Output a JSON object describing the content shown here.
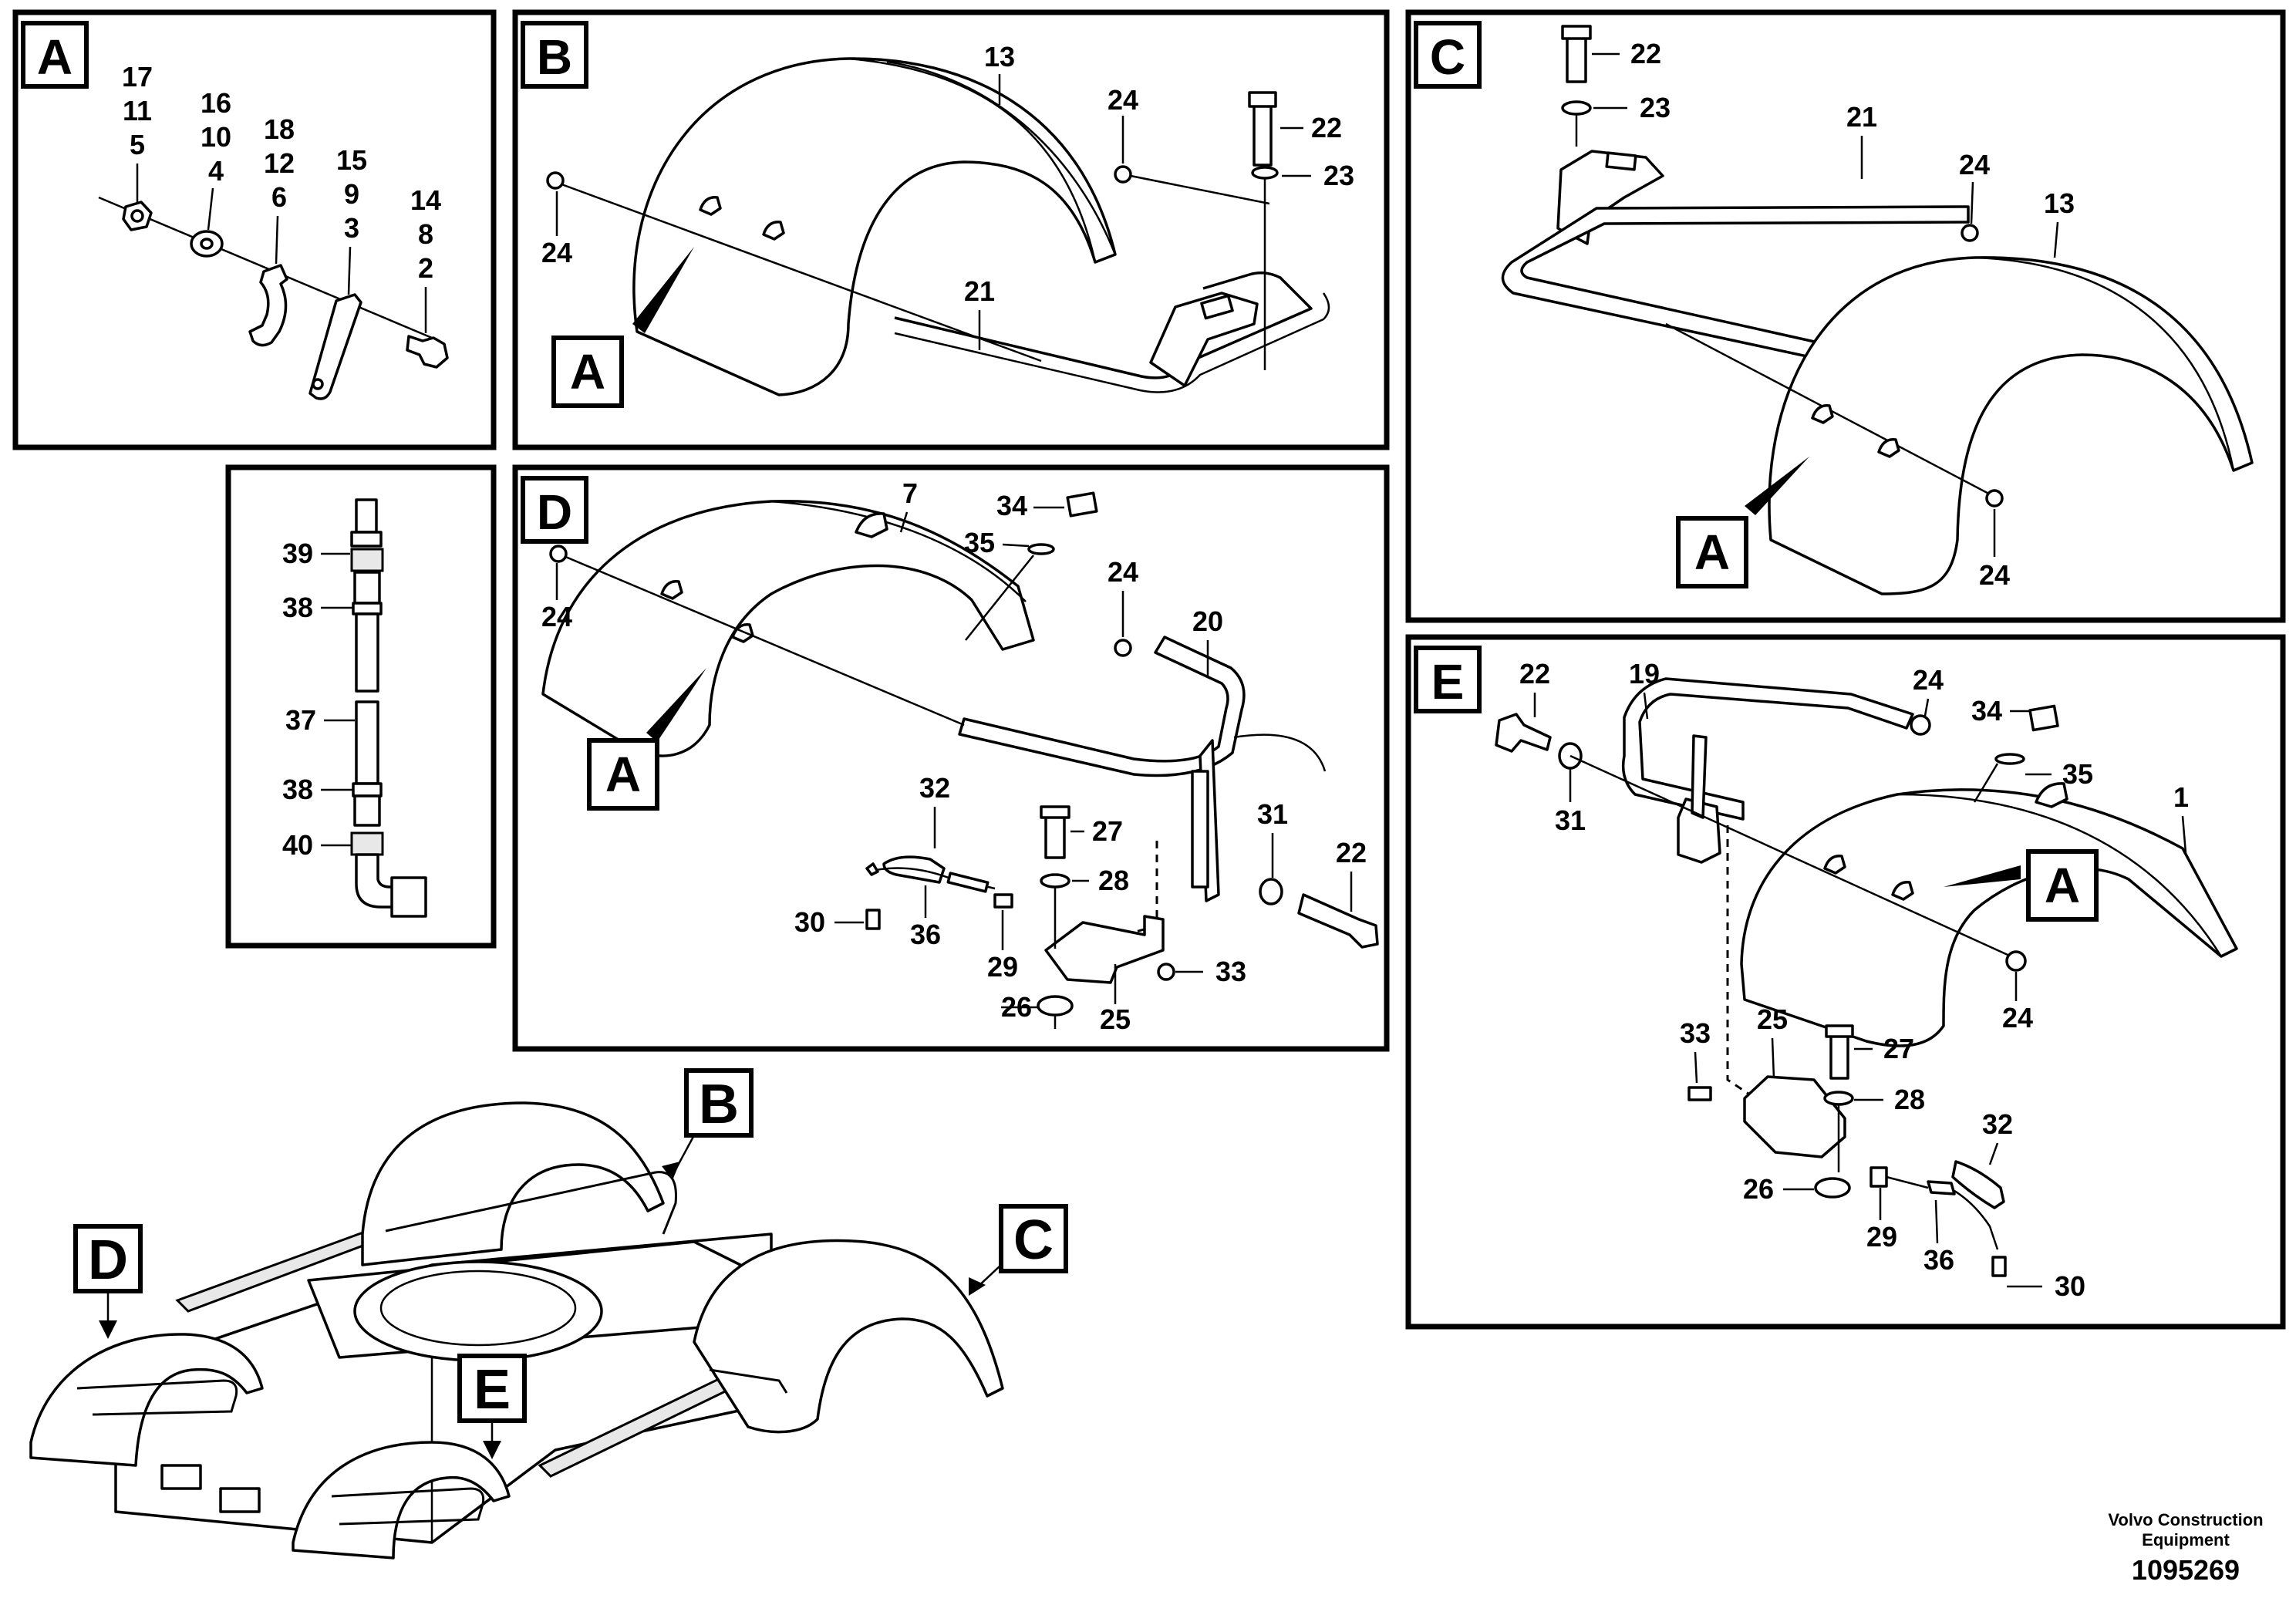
{
  "panels": {
    "A": {
      "label": "A",
      "callouts": [
        "17",
        "11",
        "5",
        "16",
        "10",
        "4",
        "18",
        "12",
        "6",
        "15",
        "9",
        "3",
        "14",
        "8",
        "2"
      ]
    },
    "B": {
      "label": "B",
      "pointer": "A",
      "callouts": [
        "13",
        "24",
        "22",
        "23",
        "24",
        "21"
      ]
    },
    "C": {
      "label": "C",
      "pointer": "A",
      "callouts": [
        "22",
        "23",
        "21",
        "24",
        "13",
        "24"
      ]
    },
    "D": {
      "label": "D",
      "pointer": "A",
      "callouts": [
        "7",
        "34",
        "35",
        "24",
        "24",
        "20",
        "32",
        "27",
        "31",
        "22",
        "28",
        "30",
        "36",
        "29",
        "33",
        "26",
        "25"
      ]
    },
    "E": {
      "label": "E",
      "pointer": "A",
      "callouts": [
        "22",
        "19",
        "24",
        "34",
        "35",
        "31",
        "1",
        "24",
        "33",
        "25",
        "27",
        "28",
        "32",
        "26",
        "29",
        "36",
        "30"
      ]
    },
    "hose": {
      "callouts": [
        "39",
        "38",
        "37",
        "38",
        "40"
      ]
    }
  },
  "overview": {
    "labels": [
      "B",
      "C",
      "D",
      "E"
    ]
  },
  "footer": {
    "company_line1": "Volvo Construction",
    "company_line2": "Equipment",
    "drawing_number": "1095269"
  }
}
